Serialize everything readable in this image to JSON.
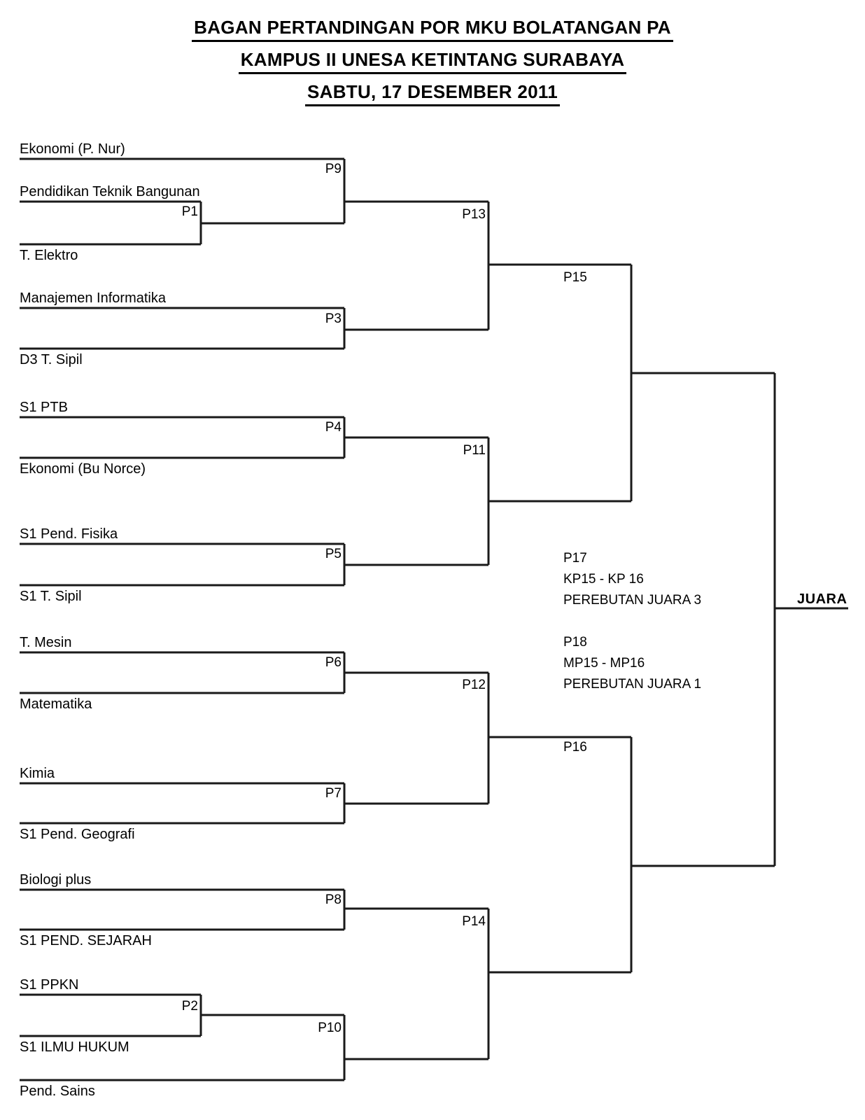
{
  "title": {
    "line1": "BAGAN PERTANDINGAN POR MKU BOLATANGAN PA",
    "line2": "KAMPUS II UNESA KETINTANG SURABAYA",
    "line3": "SABTU, 17 DESEMBER 2011"
  },
  "teams": [
    {
      "name": "Ekonomi (P. Nur)"
    },
    {
      "name": "Pendidikan Teknik Bangunan"
    },
    {
      "name": "T. Elektro"
    },
    {
      "name": "Manajemen Informatika"
    },
    {
      "name": "D3 T. Sipil"
    },
    {
      "name": "S1 PTB"
    },
    {
      "name": "Ekonomi (Bu Norce)"
    },
    {
      "name": "S1 Pend. Fisika"
    },
    {
      "name": "S1 T. Sipil"
    },
    {
      "name": "T. Mesin"
    },
    {
      "name": "Matematika"
    },
    {
      "name": "Kimia"
    },
    {
      "name": "S1 Pend. Geografi"
    },
    {
      "name": "Biologi plus"
    },
    {
      "name": "S1 PEND. SEJARAH"
    },
    {
      "name": "S1 PPKN"
    },
    {
      "name": "S1 ILMU HUKUM"
    },
    {
      "name": "Pend. Sains"
    }
  ],
  "match_labels": {
    "p1": "P1",
    "p2": "P2",
    "p3": "P3",
    "p4": "P4",
    "p5": "P5",
    "p6": "P6",
    "p7": "P7",
    "p8": "P8",
    "p9": "P9",
    "p10": "P10",
    "p11": "P11",
    "p12": "P12",
    "p13": "P13",
    "p14": "P14",
    "p15": "P15",
    "p16": "P16"
  },
  "finals_info": {
    "third_place": {
      "code": "P17",
      "pairing": "KP15 - KP 16",
      "description": "PEREBUTAN JUARA 3"
    },
    "first_place": {
      "code": "P18",
      "pairing": "MP15 - MP16",
      "description": "PEREBUTAN JUARA 1"
    }
  },
  "champion_label": "JUARA",
  "bracket_structure": {
    "round_1": [
      {
        "match": "P1",
        "home": "Pendidikan Teknik Bangunan",
        "away": "T. Elektro"
      },
      {
        "match": "P2",
        "home": "S1 PPKN",
        "away": "S1 ILMU HUKUM"
      }
    ],
    "round_2": [
      {
        "match": "P9",
        "home": "Ekonomi (P. Nur)",
        "away": "Winner P1"
      },
      {
        "match": "P3",
        "home": "Manajemen Informatika",
        "away": "D3 T. Sipil"
      },
      {
        "match": "P4",
        "home": "S1 PTB",
        "away": "Ekonomi (Bu Norce)"
      },
      {
        "match": "P5",
        "home": "S1 Pend. Fisika",
        "away": "S1 T. Sipil"
      },
      {
        "match": "P6",
        "home": "T. Mesin",
        "away": "Matematika"
      },
      {
        "match": "P7",
        "home": "Kimia",
        "away": "S1 Pend. Geografi"
      },
      {
        "match": "P8",
        "home": "Biologi plus",
        "away": "S1 PEND. SEJARAH"
      },
      {
        "match": "P10",
        "home": "Winner P2",
        "away": "Pend. Sains"
      }
    ],
    "quarterfinals": [
      {
        "match": "P13",
        "home": "Winner P9",
        "away": "Winner P3"
      },
      {
        "match": "P11",
        "home": "Winner P4",
        "away": "Winner P5"
      },
      {
        "match": "P12",
        "home": "Winner P6",
        "away": "Winner P7"
      },
      {
        "match": "P14",
        "home": "Winner P8",
        "away": "Winner P10"
      }
    ],
    "semifinals": [
      {
        "match": "P15",
        "home": "Winner P13",
        "away": "Winner P11"
      },
      {
        "match": "P16",
        "home": "Winner P12",
        "away": "Winner P14"
      }
    ]
  }
}
